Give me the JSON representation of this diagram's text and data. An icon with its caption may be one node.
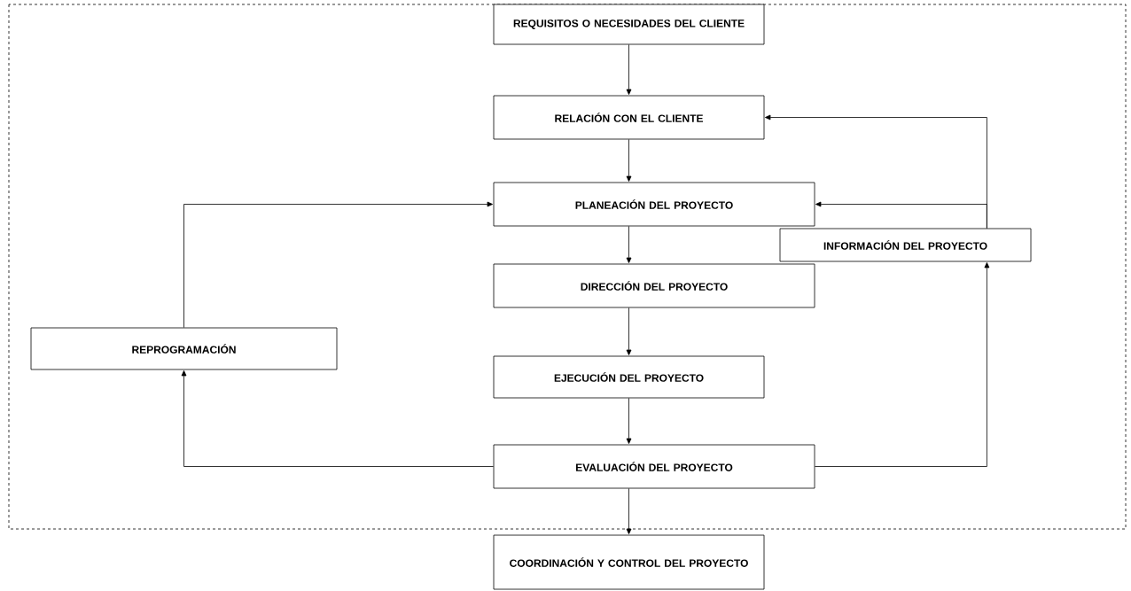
{
  "diagram": {
    "nodes": [
      {
        "text": [
          "REQUISITOS O NECESIDADES DEL CLIENTE"
        ]
      },
      {
        "text": [
          "RELACIÓN CON EL CLIENTE"
        ]
      },
      {
        "text": [
          "PLANEACIÓN DEL PROYECTO"
        ]
      },
      {
        "text": [
          "INFORMACIÓN DEL PROYECTO"
        ]
      },
      {
        "text": [
          "DIRECCIÓN DEL PROYECTO"
        ]
      },
      {
        "text": [
          "REPROGRAMACIÓN"
        ]
      },
      {
        "text": [
          "EJECUCIÓN DEL PROYECTO"
        ]
      },
      {
        "text": [
          "EVALUACIÓN DEL PROYECTO"
        ]
      },
      {
        "text": [
          "COORDINACIÓN Y CONTROL DEL PROYECTO"
        ]
      }
    ],
    "edges": [
      {
        "from": 0,
        "to": 1,
        "arrow": "to"
      },
      {
        "from": 1,
        "to": 2,
        "arrow": "to"
      },
      {
        "from": 2,
        "to": 4,
        "arrow": "to"
      },
      {
        "from": 4,
        "to": 6,
        "arrow": "to"
      },
      {
        "from": 6,
        "to": 7,
        "arrow": "to"
      },
      {
        "from": 7,
        "to": 8,
        "arrow": "to"
      },
      {
        "from": 7,
        "to": 5,
        "arrow": "to"
      },
      {
        "from": 5,
        "to": 2,
        "arrow": "to"
      },
      {
        "from": 7,
        "to": 3,
        "arrow": "to"
      },
      {
        "from": 3,
        "to": 1,
        "arrow": "to"
      },
      {
        "from": 3,
        "to": 2,
        "arrow": "to"
      }
    ]
  }
}
